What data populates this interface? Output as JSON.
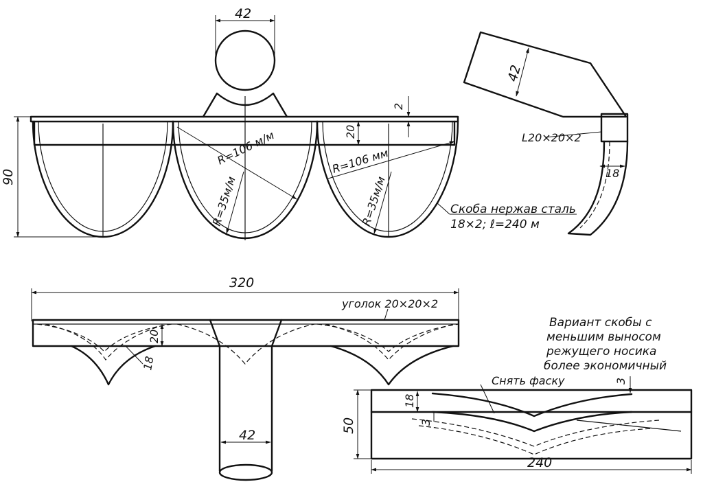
{
  "front_view": {
    "dim_tube_top": "42",
    "dim_height": "90",
    "dim_plate_top": "2",
    "dim_band": "20",
    "radius_big_1": "R=106 м/м",
    "radius_big_2": "R=106 мм",
    "radius_small_1": "R=35м/м",
    "radius_small_2": "R=35м/м",
    "note_bracket_line1": "Скоба нержав сталь",
    "note_bracket_line2": "18×2; ℓ=240 м"
  },
  "side_view": {
    "dim_tube": "42",
    "angle_label": "L20×20×2",
    "dim_width": "18"
  },
  "top_view": {
    "dim_length": "320",
    "angle_label": "уголок 20×20×2",
    "dim_20": "20",
    "dim_18": "18",
    "dim_tube": "42"
  },
  "variant_view": {
    "note_line1": "Вариант скобы с",
    "note_line2": "меньшим выносом",
    "note_line3": "режущего носика",
    "note_line4": "более экономичный",
    "chamfer_label": "Снять фаску",
    "dim_3_top": "3",
    "dim_18": "18",
    "dim_3_left": "3",
    "dim_50": "50",
    "dim_240": "240"
  }
}
